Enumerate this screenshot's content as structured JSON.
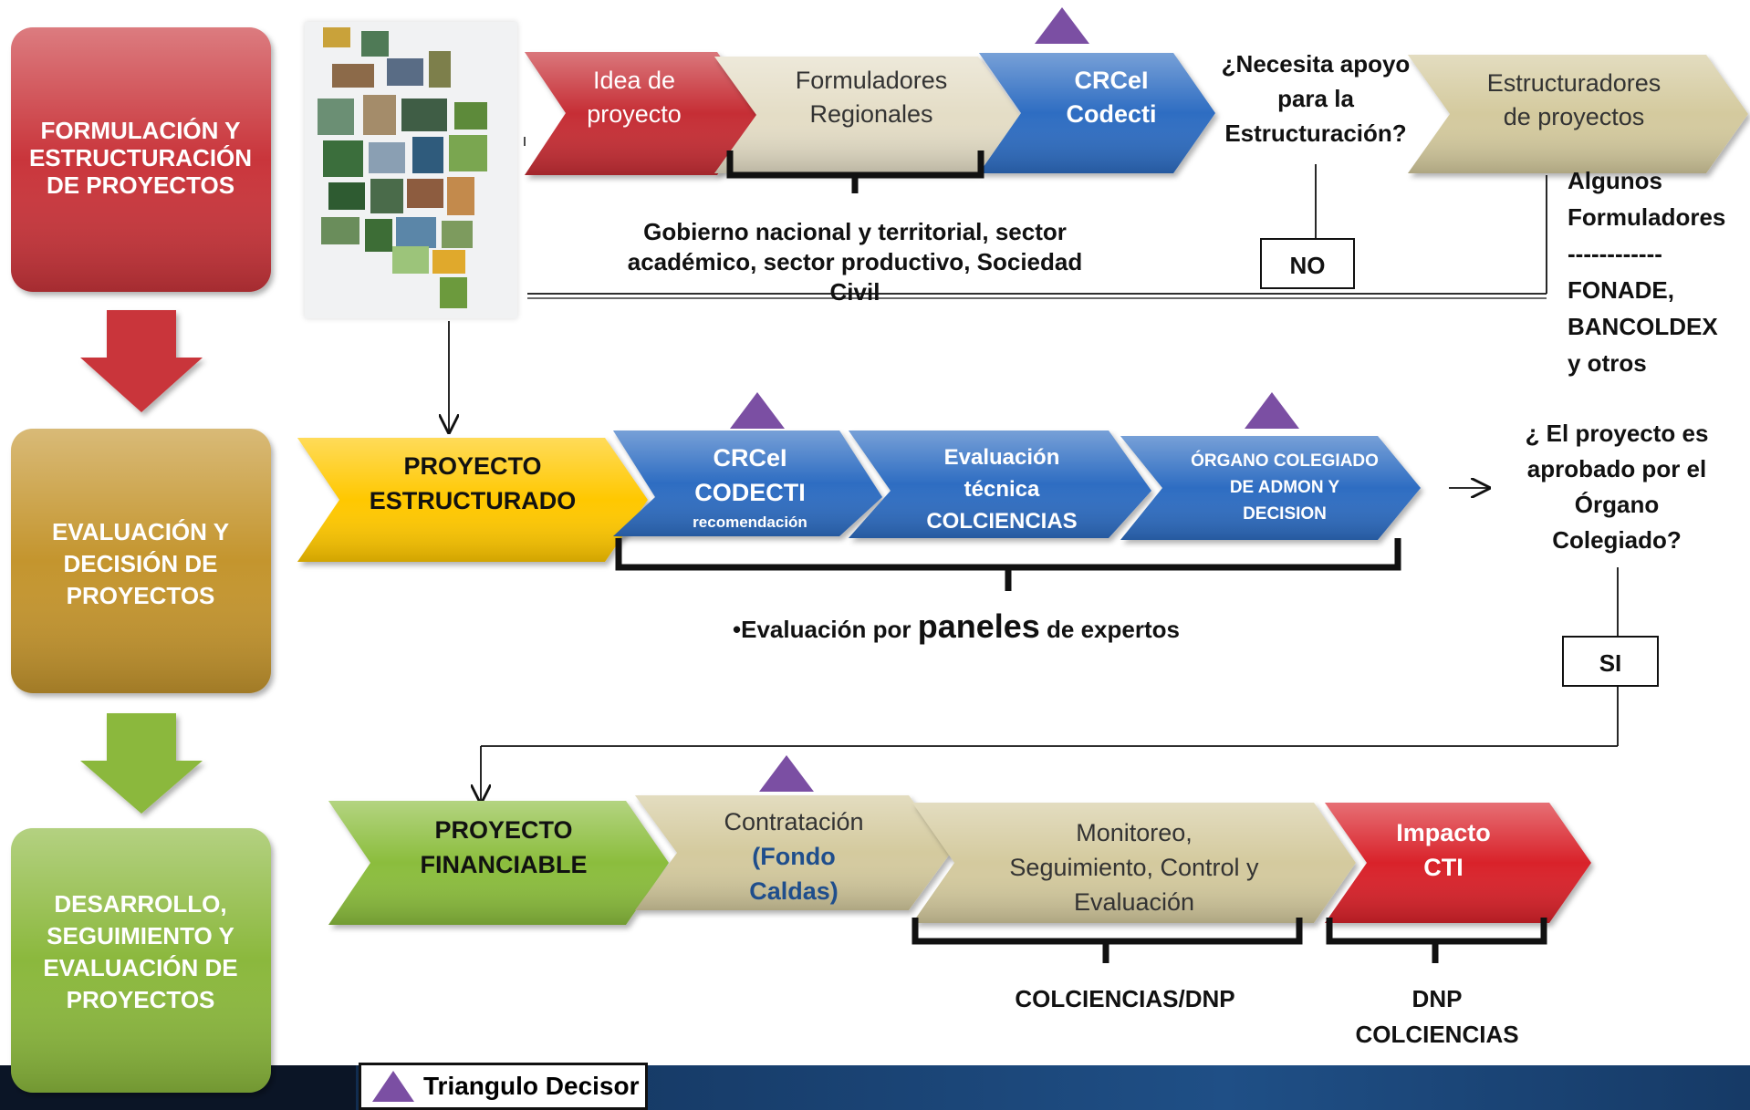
{
  "stages": [
    {
      "id": "formulacion",
      "lines": [
        "FORMULACIÓN Y",
        "ESTRUCTURACIÓN",
        "DE PROYECTOS"
      ],
      "color": "#c9363a"
    },
    {
      "id": "evaluacion",
      "lines": [
        "EVALUACIÓN Y",
        "DECISIÓN DE",
        "PROYECTOS"
      ],
      "color": "#c4952f"
    },
    {
      "id": "desarrollo",
      "lines": [
        "DESARROLLO,",
        "SEGUIMIENTO Y",
        "EVALUACIÓN DE",
        "PROYECTOS"
      ],
      "color": "#8bb83e"
    }
  ],
  "row1": {
    "steps": [
      {
        "lines": [
          "Idea de",
          "proyecto"
        ],
        "color": "#c62d36"
      },
      {
        "lines": [
          "Formuladores",
          "Regionales"
        ],
        "color": "#e4ddc6"
      },
      {
        "lines": [
          "CRCeI",
          "Codecti"
        ],
        "color": "#2e6dc2"
      },
      {
        "lines": [
          "Estructuradores",
          "de proyectos"
        ],
        "color": "#d4ca9e"
      }
    ],
    "question": [
      "¿Necesita apoyo",
      "para la",
      "Estructuración?"
    ],
    "note": [
      "Gobierno nacional y territorial, sector",
      "académico, sector productivo, Sociedad",
      "Civil"
    ],
    "no_label": "NO",
    "side_note": [
      "Algunos",
      "Formuladores",
      "------------",
      "FONADE,",
      "BANCOLDEX",
      "y otros"
    ]
  },
  "row2": {
    "steps": [
      {
        "lines": [
          "PROYECTO",
          "ESTRUCTURADO"
        ],
        "color": "#ffc800"
      },
      {
        "lines": [
          "CRCeI",
          "CODECTI"
        ],
        "sub": "recomendación",
        "color": "#2e6dc2"
      },
      {
        "lines": [
          "Evaluación",
          "técnica",
          "COLCIENCIAS"
        ],
        "color": "#2e6dc2"
      },
      {
        "lines": [
          "ÓRGANO COLEGIADO",
          "DE ADMON Y",
          "DECISION"
        ],
        "color": "#2e6dc2"
      }
    ],
    "question": [
      "¿ El proyecto es",
      "aprobado por el",
      "Órgano",
      "Colegiado?"
    ],
    "note_prefix": "•Evaluación por ",
    "note_big": "paneles",
    "note_suffix": " de expertos",
    "si_label": "SI"
  },
  "row3": {
    "steps": [
      {
        "lines": [
          "PROYECTO",
          "FINANCIABLE"
        ],
        "color": "#8bbd3c"
      },
      {
        "lines": [
          "Contratación"
        ],
        "highlight": [
          "(Fondo",
          "Caldas)"
        ],
        "color": "#d4ca9e",
        "highlight_color": "#1f4e8c"
      },
      {
        "lines": [
          "Monitoreo,",
          "Seguimiento, Control y",
          "Evaluación"
        ],
        "color": "#d4ca9e"
      },
      {
        "lines": [
          "Impacto",
          "CTI"
        ],
        "color": "#d9242c"
      }
    ],
    "note1": "COLCIENCIAS/DNP",
    "note2": [
      "DNP",
      "COLCIENCIAS"
    ]
  },
  "legend": {
    "label": "Triangulo Decisor",
    "triangle_color": "#7b4fa3"
  }
}
